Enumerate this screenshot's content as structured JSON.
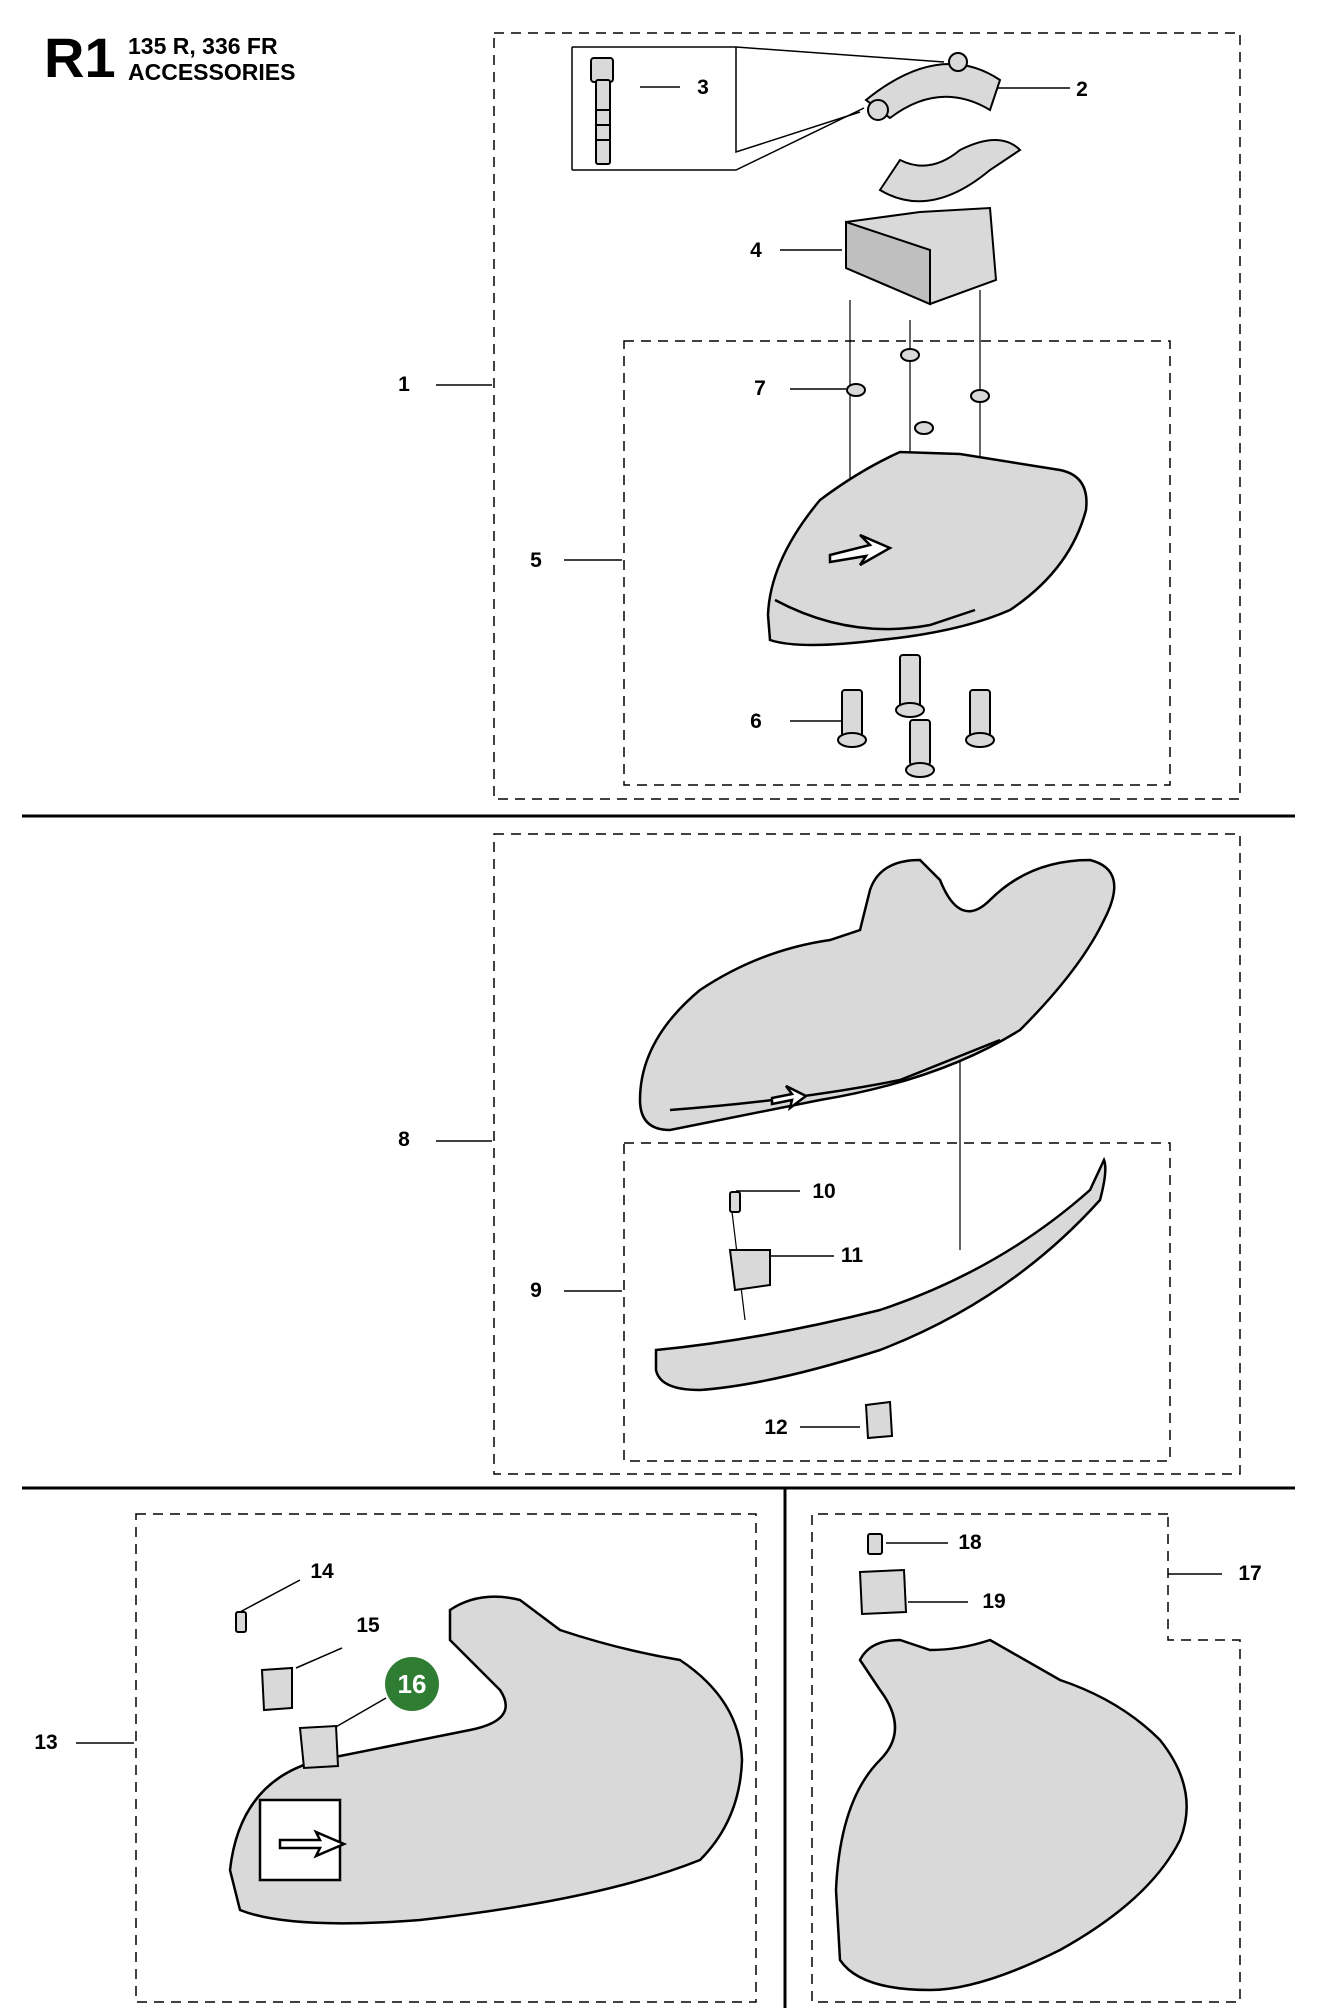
{
  "header": {
    "section_code": "R1",
    "models": "135 R, 336 FR",
    "subtitle": "ACCESSORIES"
  },
  "colors": {
    "line": "#000000",
    "part_fill": "#d9d9d9",
    "part_dark": "#9a9a9a",
    "highlight": "#2f7d32"
  },
  "callouts": {
    "c1": "1",
    "c2": "2",
    "c3": "3",
    "c4": "4",
    "c5": "5",
    "c6": "6",
    "c7": "7",
    "c8": "8",
    "c9": "9",
    "c10": "10",
    "c11": "11",
    "c12": "12",
    "c13": "13",
    "c14": "14",
    "c15": "15",
    "c16": "16",
    "c17": "17",
    "c18": "18",
    "c19": "19"
  },
  "highlighted_callout": "16"
}
